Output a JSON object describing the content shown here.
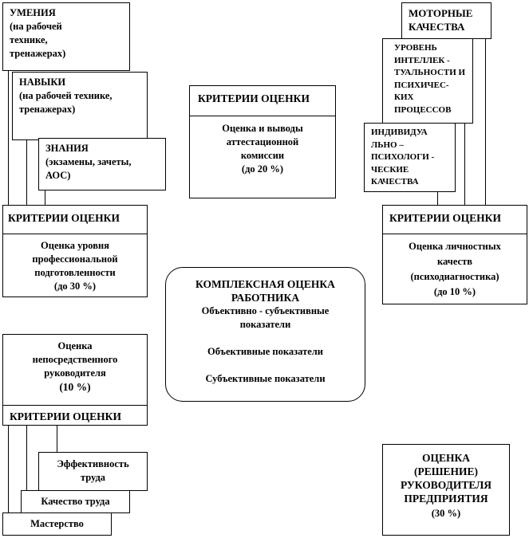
{
  "left_group": {
    "skills": {
      "title": "УМЕНИЯ",
      "subtitle": "(на рабочей технике, тренажерах)"
    },
    "abilities": {
      "title": "НАВЫКИ",
      "subtitle": "(на рабочей технике, тренажерах)"
    },
    "knowledge": {
      "title": "ЗНАНИЯ",
      "subtitle": "(экзамены, зачеты, АОС)"
    },
    "criteria_header": "КРИТЕРИИ  ОЦЕНКИ",
    "criteria_body": "Оценка уровня профессиональной подготовленности",
    "criteria_weight": "(до 30 %)"
  },
  "center_group": {
    "criteria_header": "КРИТЕРИИ  ОЦЕНКИ",
    "criteria_body": "Оценка и выводы аттестационной комиссии",
    "criteria_weight": "(до 20 %)"
  },
  "right_group": {
    "motor": "МОТОРНЫЕ КАЧЕСТВА",
    "intellect": "УРОВЕНЬ ИНТЕЛЛЕК - ТУАЛЬНОСТИ И ПСИХИЧЕС-КИХ ПРОЦЕССОВ",
    "psych": "ИНДИВИДУА ЛЬНО – ПСИХОЛОГИ - ЧЕСКИЕ КАЧЕСТВА",
    "criteria_header": "КРИТЕРИИ  ОЦЕНКИ",
    "criteria_body": "Оценка личностных качеств (психодиагностика)",
    "criteria_weight": "(до 10 %)"
  },
  "central": {
    "title": "КОМПЛЕКСНАЯ ОЦЕНКА РАБОТНИКА",
    "line1": "Объективно - субъективные показатели",
    "line2": "Объективные показатели",
    "line3": "Субъективные показатели"
  },
  "bottom_left": {
    "title": "Оценка непосредственного руководителя",
    "weight": "(10 %)",
    "criteria_header": "КРИТЕРИИ  ОЦЕНКИ",
    "efficiency": "Эффективность труда",
    "quality": "Качество труда",
    "mastery": "Мастерство"
  },
  "bottom_right": {
    "title": "ОЦЕНКА (РЕШЕНИЕ) РУКОВОДИТЕЛЯ ПРЕДПРИЯТИЯ",
    "weight": "(30 %)"
  }
}
